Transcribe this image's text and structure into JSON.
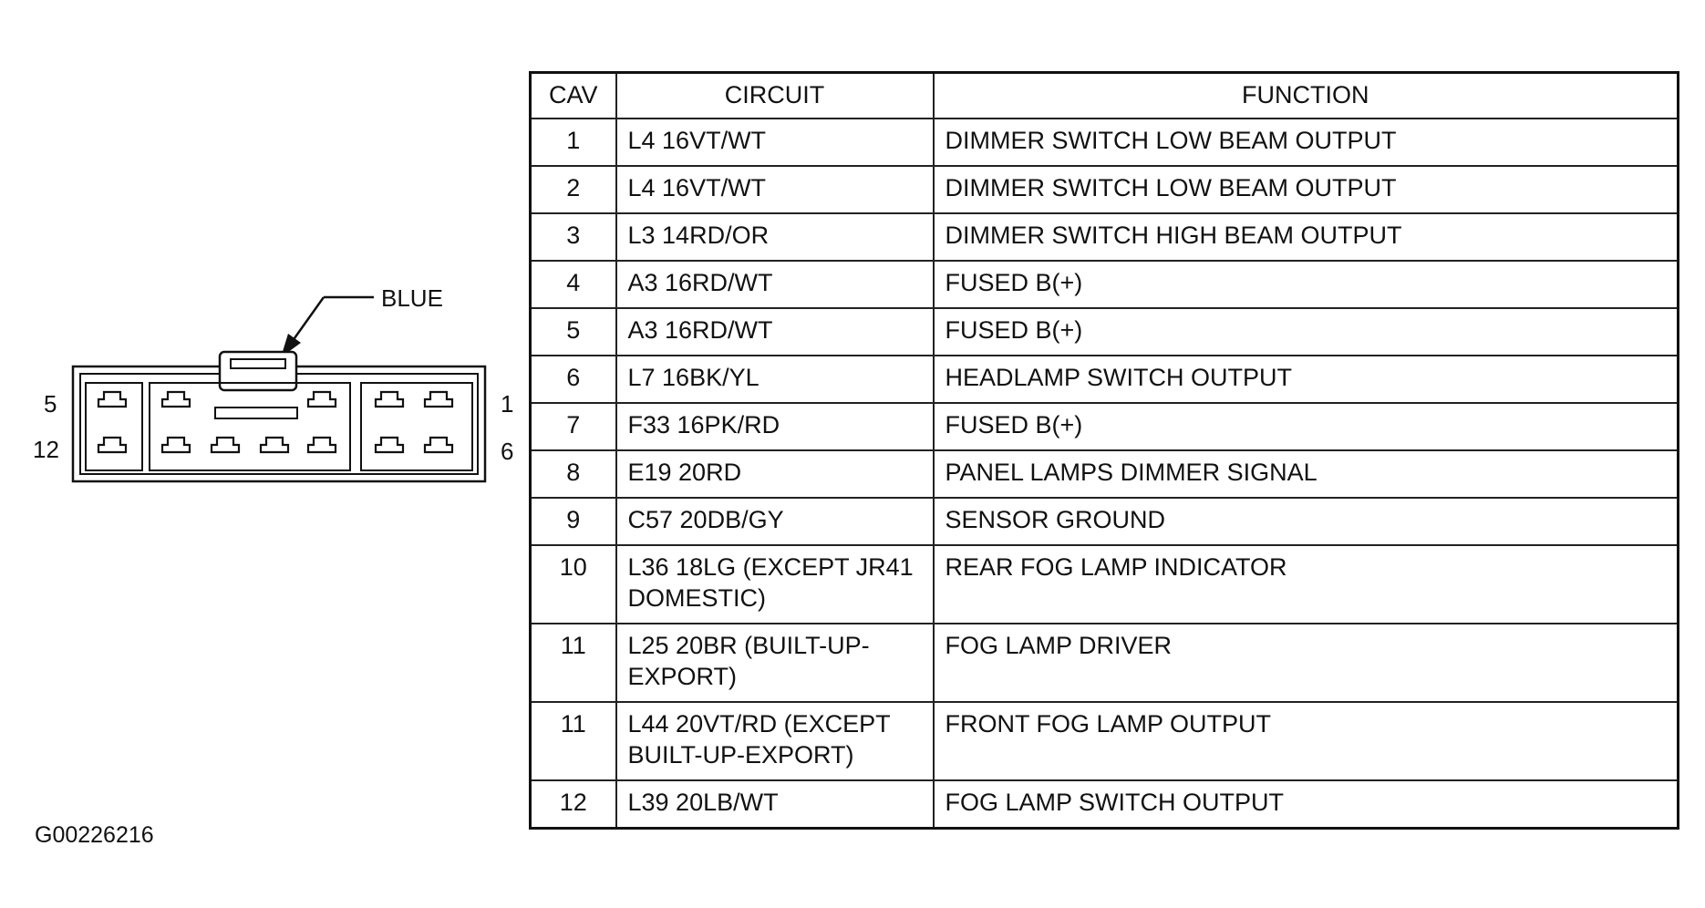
{
  "connector": {
    "color_label": "BLUE",
    "pin_labels": {
      "top_left": "5",
      "bottom_left": "12",
      "top_right": "1",
      "bottom_right": "6"
    }
  },
  "table": {
    "headers": {
      "cav": "CAV",
      "circuit": "CIRCUIT",
      "function": "FUNCTION"
    },
    "rows": [
      {
        "cav": "1",
        "circuit": "L4 16VT/WT",
        "function": "DIMMER SWITCH LOW BEAM OUTPUT"
      },
      {
        "cav": "2",
        "circuit": "L4 16VT/WT",
        "function": "DIMMER SWITCH LOW BEAM OUTPUT"
      },
      {
        "cav": "3",
        "circuit": "L3 14RD/OR",
        "function": "DIMMER SWITCH HIGH BEAM OUTPUT"
      },
      {
        "cav": "4",
        "circuit": "A3 16RD/WT",
        "function": "FUSED B(+)"
      },
      {
        "cav": "5",
        "circuit": "A3 16RD/WT",
        "function": "FUSED B(+)"
      },
      {
        "cav": "6",
        "circuit": "L7 16BK/YL",
        "function": "HEADLAMP SWITCH OUTPUT"
      },
      {
        "cav": "7",
        "circuit": "F33 16PK/RD",
        "function": "FUSED B(+)"
      },
      {
        "cav": "8",
        "circuit": "E19 20RD",
        "function": "PANEL LAMPS DIMMER SIGNAL"
      },
      {
        "cav": "9",
        "circuit": "C57 20DB/GY",
        "function": "SENSOR GROUND"
      },
      {
        "cav": "10",
        "circuit": "L36 18LG (EXCEPT JR41 DOMESTIC)",
        "function": "REAR FOG LAMP INDICATOR"
      },
      {
        "cav": "11",
        "circuit": "L25 20BR (BUILT-UP-EXPORT)",
        "function": "FOG LAMP DRIVER"
      },
      {
        "cav": "11",
        "circuit": "L44 20VT/RD (EXCEPT BUILT-UP-EXPORT)",
        "function": "FRONT FOG LAMP OUTPUT"
      },
      {
        "cav": "12",
        "circuit": "L39 20LB/WT",
        "function": "FOG LAMP SWITCH OUTPUT"
      }
    ]
  },
  "figure_id": "G00226216"
}
